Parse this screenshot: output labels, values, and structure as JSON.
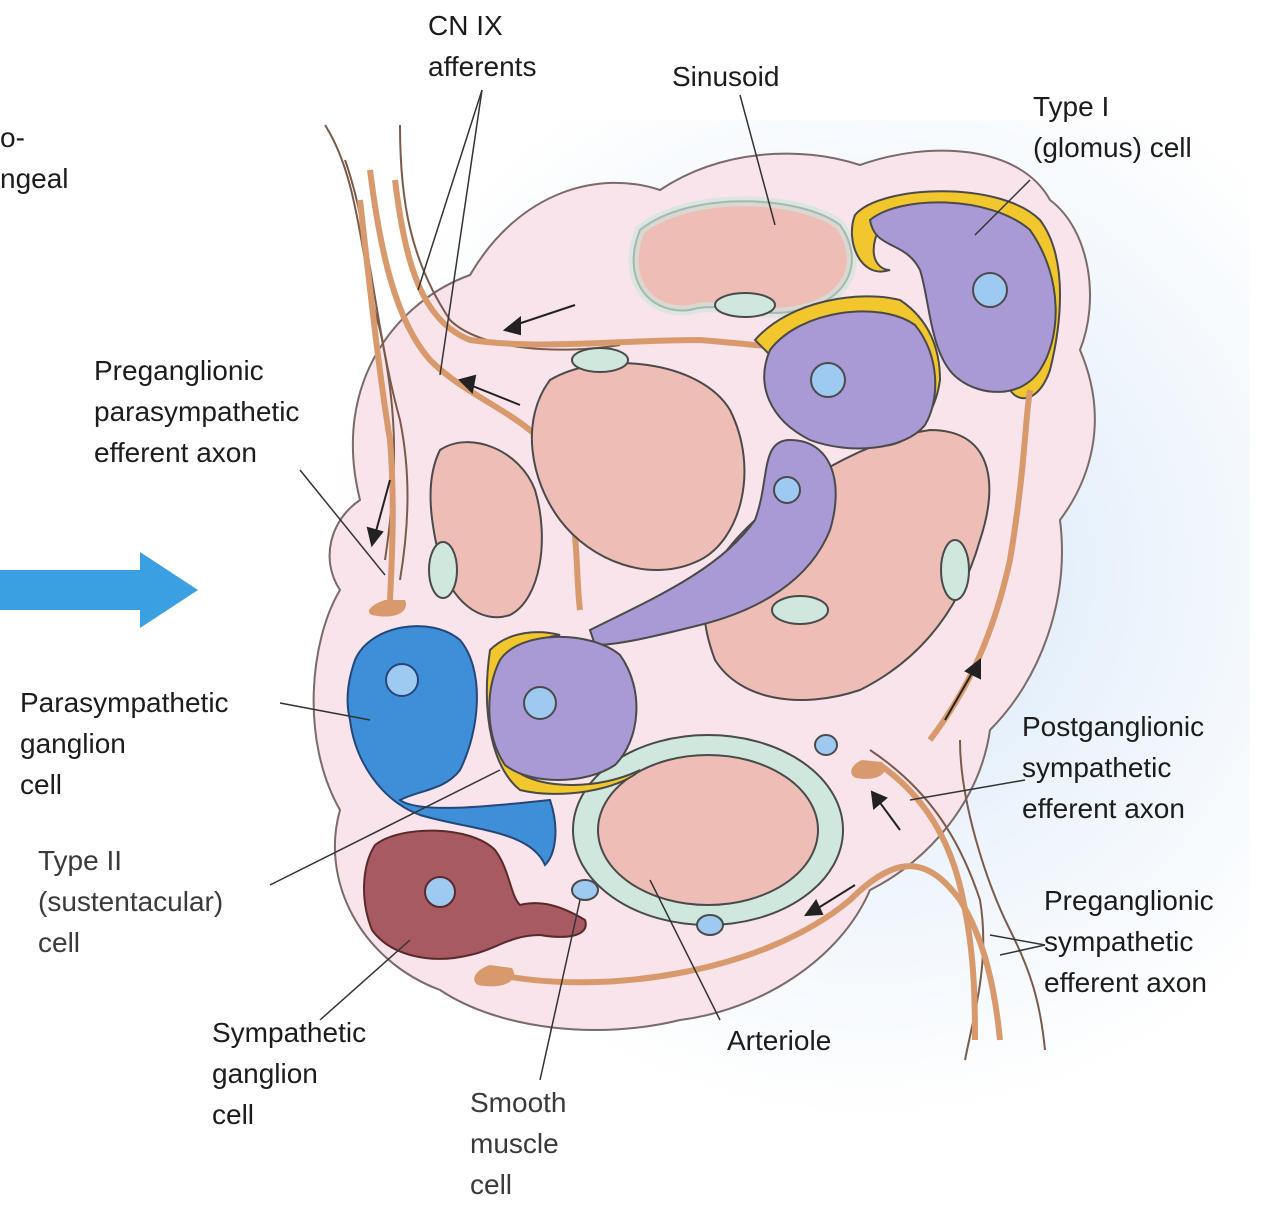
{
  "labels": {
    "cut_left": [
      "o-",
      "ngeal"
    ],
    "cn_ix": [
      "CN IX",
      "afferents"
    ],
    "sinusoid": [
      "Sinusoid"
    ],
    "type1": [
      "Type I",
      "(glomus) cell"
    ],
    "pregang_para": [
      "Preganglionic",
      "parasympathetic",
      "efferent axon"
    ],
    "para_ganglion": [
      "Parasympathetic",
      "ganglion",
      "cell"
    ],
    "type2": [
      "Type II",
      "(sustentacular)",
      "cell"
    ],
    "symp_ganglion": [
      "Sympathetic",
      "ganglion",
      "cell"
    ],
    "smooth_muscle": [
      "Smooth",
      "muscle",
      "cell"
    ],
    "arteriole": [
      "Arteriole"
    ],
    "postgang_symp": [
      "Postganglionic",
      "sympathetic",
      "efferent axon"
    ],
    "pregang_symp": [
      "Preganglionic",
      "sympathetic",
      "efferent axon"
    ]
  },
  "colors": {
    "capsule": "#f8e4ea",
    "vessel_lumen": "#eebdb6",
    "endothelium": "#cfe7dd",
    "glomus_cell": "#a99ad6",
    "parasympathetic_cell": "#3f8fd8",
    "sympathetic_cell": "#a85a62",
    "nerve": "#d89a6c",
    "sustentacular": "#f2c72d",
    "arrow": "#3ba0e2"
  }
}
